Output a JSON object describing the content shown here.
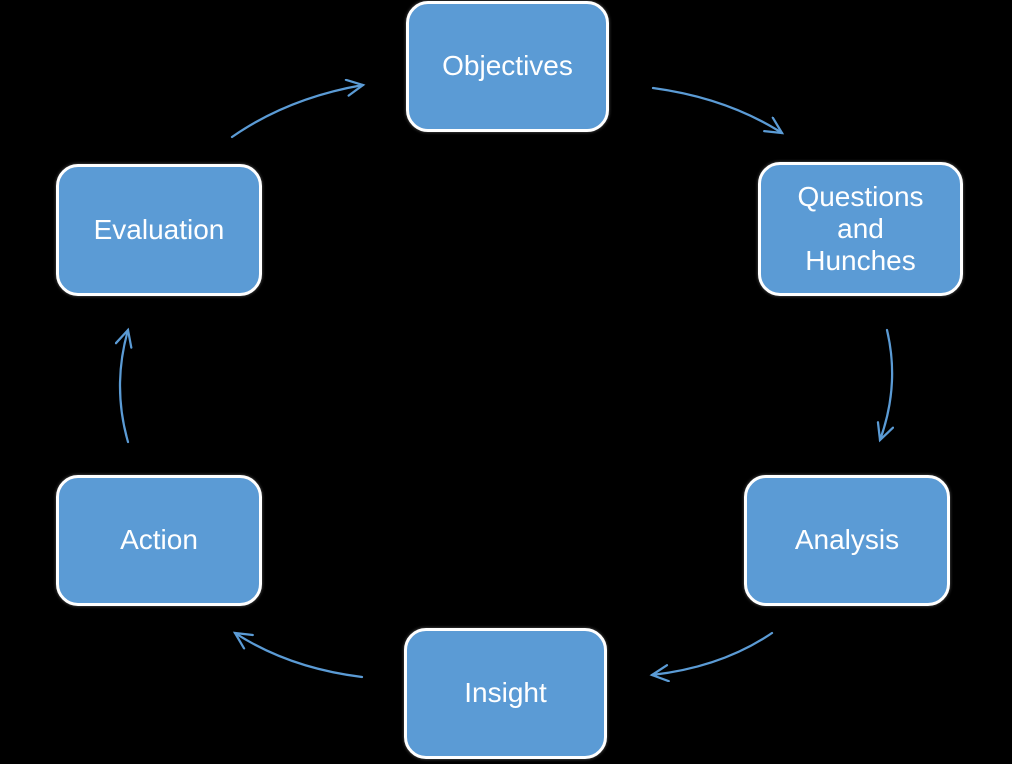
{
  "diagram": {
    "type": "cycle",
    "colors": {
      "background": "#000000",
      "box_fill": "#5B9BD5",
      "box_border": "#FFFFFF",
      "arrow": "#5B9BD5",
      "text": "#FFFFFF"
    },
    "nodes": [
      {
        "id": "objectives",
        "label": "Objectives"
      },
      {
        "id": "questions-hunches",
        "label": "Questions\nand\nHunches"
      },
      {
        "id": "analysis",
        "label": "Analysis"
      },
      {
        "id": "insight",
        "label": "Insight"
      },
      {
        "id": "action",
        "label": "Action"
      },
      {
        "id": "evaluation",
        "label": "Evaluation"
      }
    ],
    "arrows": [
      {
        "from": "objectives",
        "to": "questions-hunches"
      },
      {
        "from": "questions-hunches",
        "to": "analysis"
      },
      {
        "from": "analysis",
        "to": "insight"
      },
      {
        "from": "insight",
        "to": "action"
      },
      {
        "from": "action",
        "to": "evaluation"
      },
      {
        "from": "evaluation",
        "to": "objectives"
      }
    ]
  }
}
